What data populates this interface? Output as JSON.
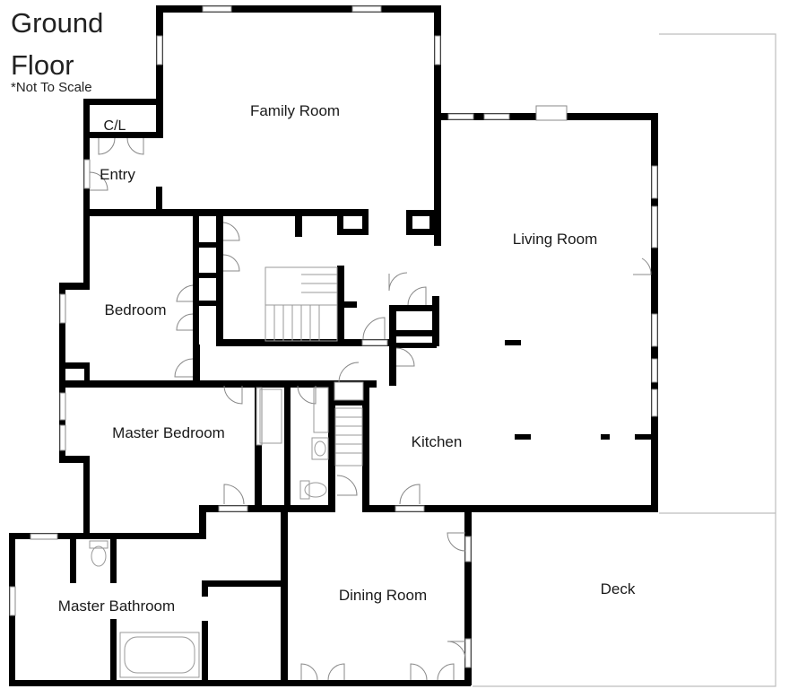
{
  "header": {
    "title_line1": "Ground",
    "title_line2": "Floor",
    "note": "*Not To Scale"
  },
  "rooms": {
    "family_room": "Family Room",
    "closet": "C/L",
    "entry": "Entry",
    "living_room": "Living Room",
    "bedroom": "Bedroom",
    "master_bedroom": "Master Bedroom",
    "kitchen": "Kitchen",
    "master_bathroom": "Master Bathroom",
    "dining_room": "Dining Room",
    "deck": "Deck"
  },
  "colors": {
    "wall": "#000000",
    "window": "#888888",
    "deck_outline": "#bdbdbd"
  }
}
